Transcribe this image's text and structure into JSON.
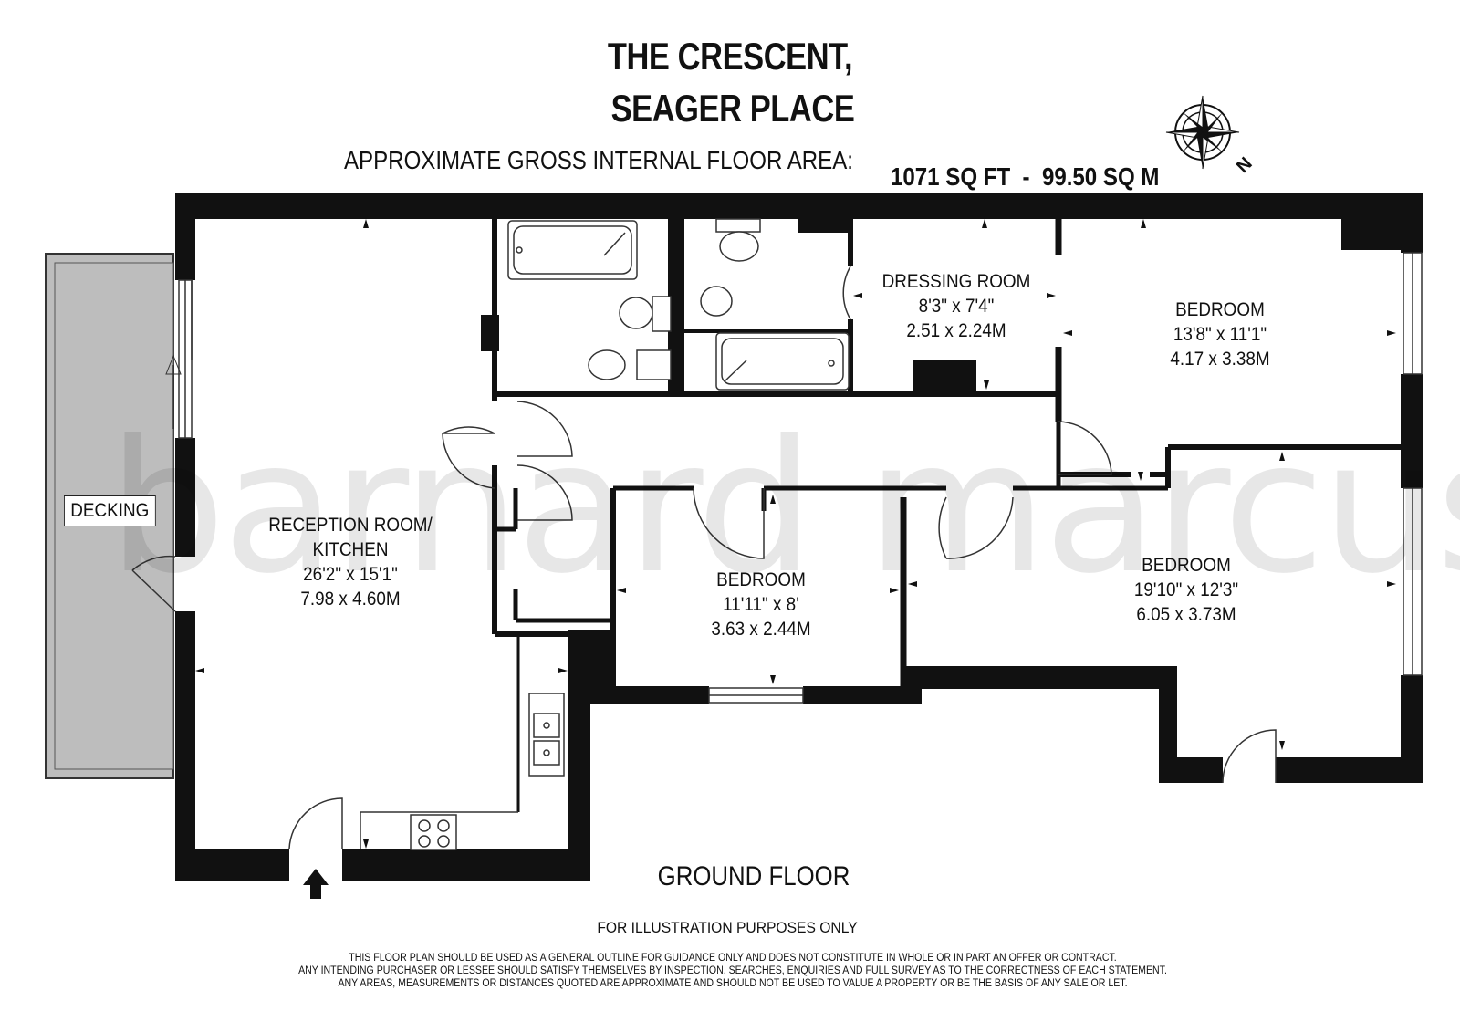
{
  "header": {
    "title_line1": "THE CRESCENT,",
    "title_line2": "SEAGER PLACE",
    "area_label": "APPROXIMATE GROSS INTERNAL FLOOR AREA:",
    "area_value": "1071 SQ FT  -  99.50 SQ M"
  },
  "compass": {
    "label": "N",
    "icon": "compass-rose-icon"
  },
  "watermark": "barnard marcus",
  "rooms": {
    "reception": {
      "name_line1": "RECEPTION ROOM/",
      "name_line2": "KITCHEN",
      "imperial": "26'2\" x 15'1\"",
      "metric": "7.98 x 4.60M"
    },
    "dressing": {
      "name": "DRESSING ROOM",
      "imperial": "8'3\" x 7'4\"",
      "metric": "2.51 x 2.24M"
    },
    "bedroom1": {
      "name": "BEDROOM",
      "imperial": "13'8\" x 11'1\"",
      "metric": "4.17 x 3.38M"
    },
    "bedroom2": {
      "name": "BEDROOM",
      "imperial": "11'11\" x 8'",
      "metric": "3.63 x 2.44M"
    },
    "bedroom3": {
      "name": "BEDROOM",
      "imperial": "19'10\" x 12'3\"",
      "metric": "6.05 x 3.73M"
    },
    "decking": {
      "name": "DECKING"
    }
  },
  "footer": {
    "floor_label": "GROUND FLOOR",
    "illustration_note": "FOR ILLUSTRATION PURPOSES ONLY",
    "disclaimer_line1": "THIS FLOOR PLAN SHOULD BE USED AS A GENERAL OUTLINE FOR GUIDANCE ONLY AND DOES NOT CONSTITUTE IN WHOLE OR IN PART AN OFFER OR CONTRACT.",
    "disclaimer_line2": "ANY INTENDING PURCHASER OR LESSEE SHOULD SATISFY THEMSELVES BY INSPECTION, SEARCHES, ENQUIRIES AND FULL SURVEY AS TO THE CORRECTNESS OF EACH STATEMENT.",
    "disclaimer_line3": "ANY AREAS, MEASUREMENTS OR DISTANCES QUOTED ARE APPROXIMATE AND SHOULD NOT BE USED TO VALUE A PROPERTY OR BE THE BASIS OF ANY SALE OR LET."
  },
  "colors": {
    "wall": "#111111",
    "decking": "#bdbdbd",
    "background": "#ffffff"
  }
}
